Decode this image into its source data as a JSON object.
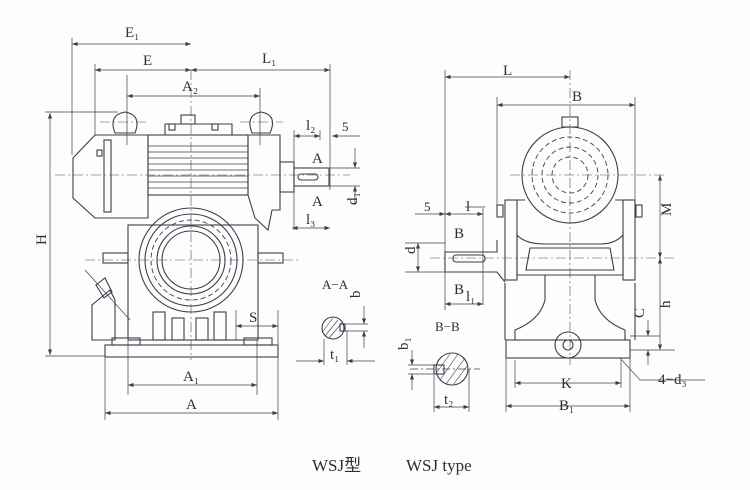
{
  "front_view": {
    "E1": "E₁",
    "E": "E",
    "L1": "L₁",
    "A2": "A₂",
    "H": "H",
    "l2": "l₂",
    "five": "5",
    "A_top": "A",
    "A_bottom": "A",
    "d1": "d₁",
    "l3": "l₃",
    "S": "S",
    "A1": "A₁",
    "A": "A"
  },
  "section_aa": {
    "title": "A−A",
    "b": "b",
    "t1": "t₁"
  },
  "side_view": {
    "L": "L",
    "B": "B",
    "five": "5",
    "l": "l",
    "B_top": "B",
    "d": "d",
    "B_bottom": "B",
    "l1": "l₁",
    "M": "M",
    "h": "h",
    "C": "C",
    "d3": "4−d₃",
    "K": "K",
    "B1": "B₁"
  },
  "section_bb": {
    "title": "B−B",
    "b1": "b₁",
    "t2": "t₂"
  },
  "caption": {
    "cn": "WSJ型",
    "en": "WSJ type"
  }
}
